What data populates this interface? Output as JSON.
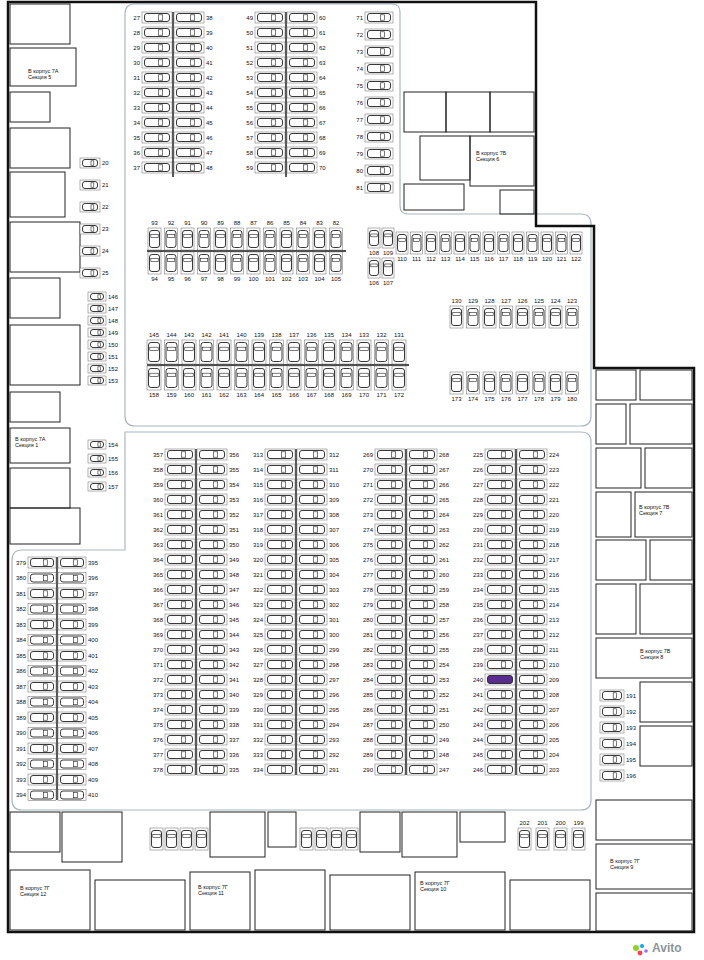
{
  "diagram": {
    "labels": [
      "20",
      "21",
      "22",
      "23",
      "24",
      "25",
      "27",
      "28",
      "29",
      "30",
      "31",
      "32",
      "33",
      "34",
      "35",
      "36",
      "37",
      "38",
      "39",
      "40",
      "41",
      "42",
      "43",
      "44",
      "45",
      "46",
      "47",
      "48",
      "49",
      "50",
      "51",
      "52",
      "53",
      "54",
      "55",
      "56",
      "57",
      "58",
      "59",
      "60",
      "61",
      "62",
      "63",
      "64",
      "65",
      "66",
      "67",
      "68",
      "69",
      "70",
      "71",
      "72",
      "73",
      "74",
      "75",
      "76",
      "77",
      "78",
      "79",
      "80",
      "81",
      "93",
      "92",
      "91",
      "90",
      "89",
      "88",
      "87",
      "86",
      "85",
      "84",
      "83",
      "82",
      "94",
      "95",
      "96",
      "97",
      "98",
      "99",
      "100",
      "101",
      "102",
      "103",
      "104",
      "105",
      "108",
      "109",
      "106",
      "107",
      "110",
      "111",
      "112",
      "113",
      "114",
      "115",
      "116",
      "117",
      "118",
      "119",
      "120",
      "121",
      "122",
      "130",
      "129",
      "128",
      "127",
      "126",
      "125",
      "124",
      "123",
      "145",
      "144",
      "143",
      "142",
      "141",
      "140",
      "139",
      "138",
      "137",
      "136",
      "135",
      "134",
      "133",
      "132",
      "131",
      "158",
      "159",
      "160",
      "161",
      "162",
      "163",
      "164",
      "165",
      "166",
      "167",
      "168",
      "169",
      "170",
      "171",
      "172",
      "173",
      "174",
      "175",
      "176",
      "177",
      "178",
      "179",
      "180",
      "146",
      "147",
      "148",
      "149",
      "150",
      "151",
      "152",
      "153",
      "154",
      "155",
      "156",
      "157",
      "357",
      "358",
      "359",
      "360",
      "361",
      "362",
      "363",
      "364",
      "365",
      "366",
      "367",
      "368",
      "369",
      "370",
      "371",
      "372",
      "373",
      "374",
      "375",
      "376",
      "377",
      "378",
      "356",
      "355",
      "354",
      "353",
      "352",
      "351",
      "350",
      "349",
      "348",
      "347",
      "346",
      "345",
      "344",
      "343",
      "342",
      "341",
      "340",
      "339",
      "338",
      "337",
      "336",
      "335",
      "313",
      "314",
      "315",
      "316",
      "317",
      "318",
      "319",
      "320",
      "321",
      "322",
      "323",
      "324",
      "325",
      "326",
      "327",
      "328",
      "329",
      "330",
      "331",
      "332",
      "333",
      "334",
      "312",
      "311",
      "310",
      "309",
      "308",
      "307",
      "306",
      "305",
      "304",
      "303",
      "302",
      "301",
      "300",
      "299",
      "298",
      "297",
      "296",
      "295",
      "294",
      "293",
      "292",
      "291",
      "269",
      "270",
      "271",
      "272",
      "273",
      "274",
      "275",
      "276",
      "277",
      "278",
      "279",
      "280",
      "281",
      "282",
      "283",
      "284",
      "285",
      "286",
      "287",
      "288",
      "289",
      "290",
      "268",
      "267",
      "266",
      "265",
      "264",
      "263",
      "262",
      "261",
      "260",
      "259",
      "258",
      "257",
      "256",
      "255",
      "254",
      "253",
      "252",
      "251",
      "250",
      "249",
      "248",
      "247",
      "225",
      "226",
      "227",
      "228",
      "229",
      "230",
      "231",
      "232",
      "233",
      "234",
      "235",
      "236",
      "237",
      "238",
      "239",
      "240",
      "241",
      "242",
      "243",
      "244",
      "245",
      "246",
      "224",
      "223",
      "222",
      "221",
      "220",
      "219",
      "218",
      "217",
      "216",
      "215",
      "214",
      "213",
      "212",
      "211",
      "210",
      "209",
      "208",
      "207",
      "206",
      "205",
      "204",
      "203",
      "379",
      "380",
      "381",
      "382",
      "383",
      "384",
      "385",
      "386",
      "387",
      "388",
      "389",
      "390",
      "391",
      "392",
      "393",
      "394",
      "395",
      "396",
      "397",
      "398",
      "399",
      "400",
      "401",
      "402",
      "403",
      "404",
      "405",
      "406",
      "407",
      "408",
      "409",
      "410",
      "191",
      "192",
      "193",
      "194",
      "195",
      "196",
      "202",
      "201",
      "200",
      "199",
      "В корпус 7А Секция 5",
      "В корпус 7А Секция 1",
      "В корпус 7Б Секция 6",
      "В корпус 7В Секция 7",
      "В корпус 7В Секция 8",
      "В корпус 7Г Секция 9",
      "В корпус 7Г Секция 10",
      "В корпус 7Г Секция 12",
      "В корпус 7Г Секция 11",
      "Avito"
    ]
  }
}
